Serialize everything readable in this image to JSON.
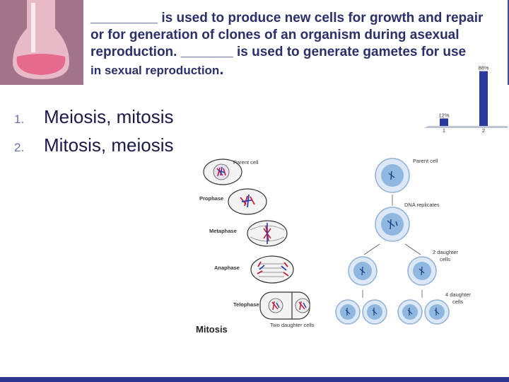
{
  "slide": {
    "question_line1": "_________ is used to produce new cells for growth and repair",
    "question_line2": "or for generation of clones of an organism during asexual",
    "question_line3": "reproduction. _______ is used to generate gametes for use",
    "question_line4": "in sexual reproduction",
    "question_end": "."
  },
  "answers": [
    {
      "number": "1.",
      "text": "Meiosis, mitosis"
    },
    {
      "number": "2.",
      "text": "Mitosis, meiosis"
    }
  ],
  "results_chart": {
    "bars": [
      {
        "label": "12%",
        "value": 12
      },
      {
        "label": "88%",
        "value": 88
      }
    ],
    "tick_labels": [
      "1",
      "2"
    ]
  },
  "diagram": {
    "title": "Mitosis",
    "stages": [
      "Parent cell",
      "Prophase",
      "Metaphase",
      "Anaphase",
      "Telophase"
    ],
    "bottom_label": "Two daughter cells",
    "right_labels": {
      "parent": "Parent cell",
      "replicates": "DNA replicates",
      "two_daughters_1": "2 daughter",
      "two_daughters_2": "cells",
      "four_daughters_1": "4 daughter",
      "four_daughters_2": "cells"
    }
  },
  "colors": {
    "header_blue": "#3f48a6",
    "bar_blue": "#2a3a9a",
    "text_navy": "#2b2f6a"
  }
}
